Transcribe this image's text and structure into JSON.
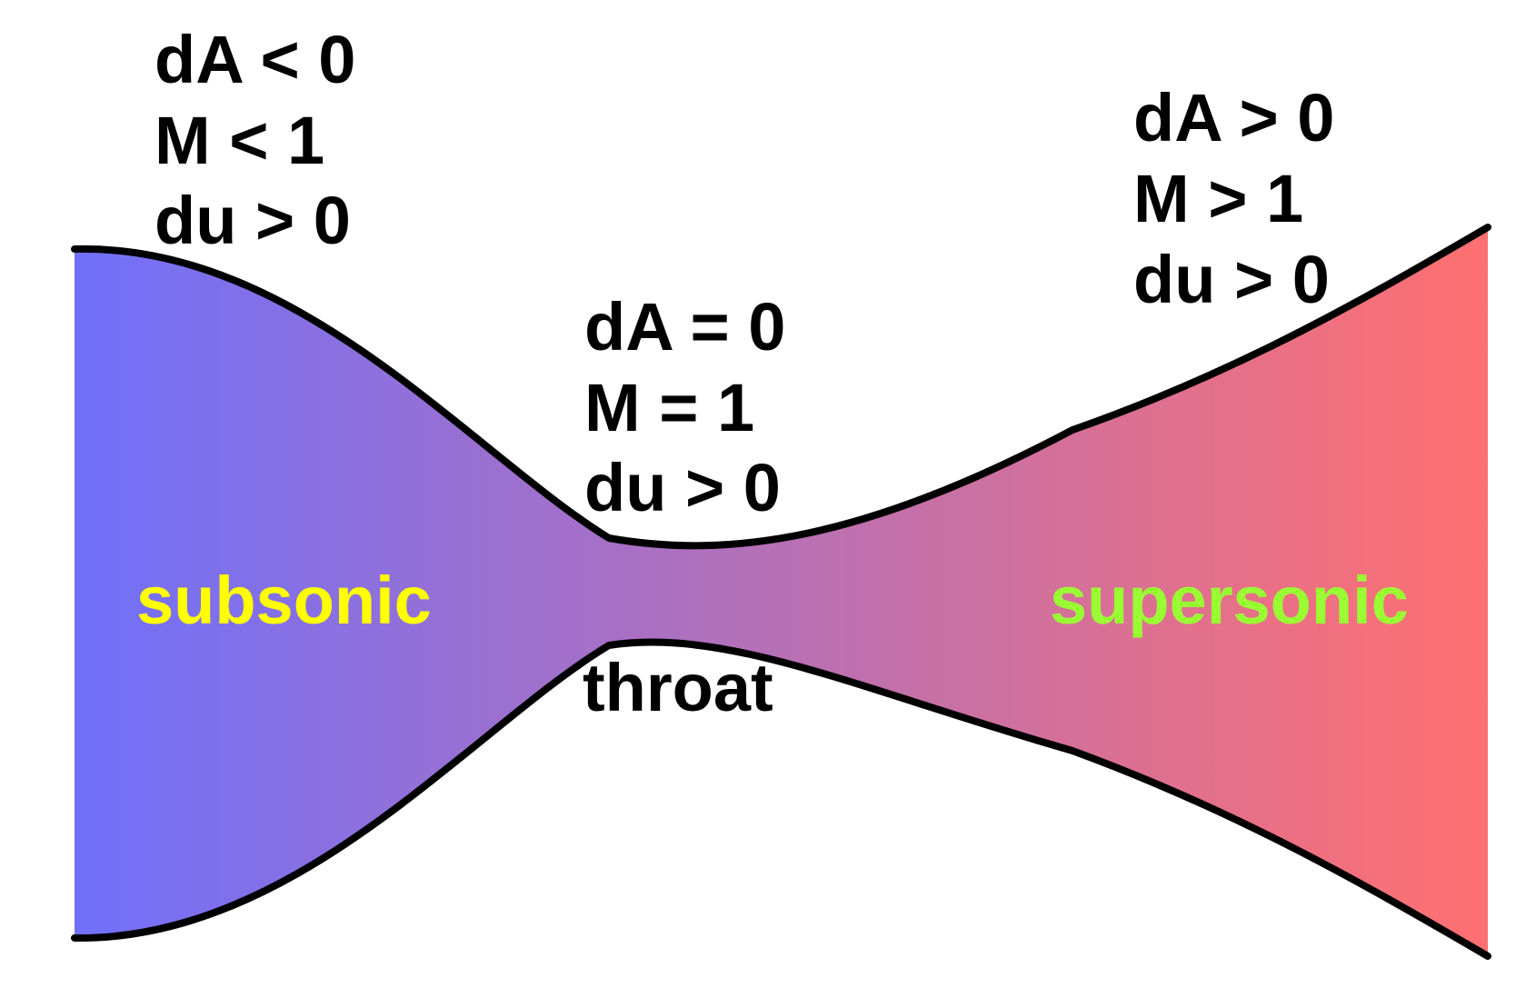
{
  "colors": {
    "inlet": "#7070fa",
    "outlet": "#ff7070",
    "wall": "#000000",
    "subsonic_label": "#ffff00",
    "supersonic_label": "#99ff33",
    "text": "#000000"
  },
  "sections": {
    "converging": {
      "lines": [
        "dA < 0",
        "M < 1",
        "du > 0"
      ]
    },
    "throat": {
      "lines": [
        "dA = 0",
        "M = 1",
        "du > 0"
      ],
      "label": "throat"
    },
    "diverging": {
      "lines": [
        "dA > 0",
        "M > 1",
        "du > 0"
      ]
    }
  },
  "regions": {
    "subsonic": "subsonic",
    "supersonic": "supersonic"
  }
}
